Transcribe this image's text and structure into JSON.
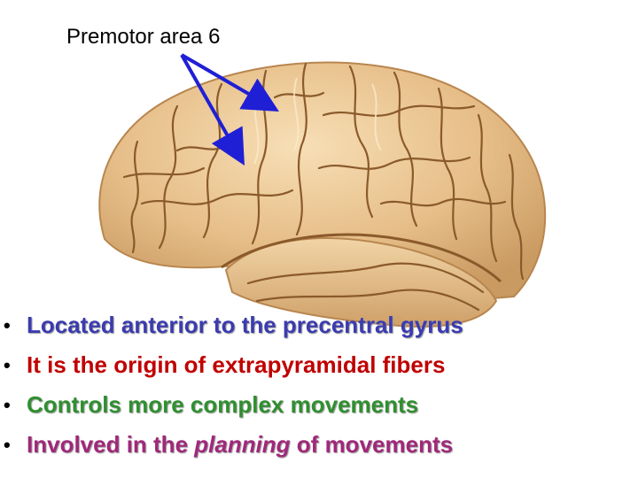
{
  "slide": {
    "title": "Premotor area 6",
    "arrow_color": "#1f1fd6",
    "brain_colors": {
      "base": "#e8c08c",
      "light": "#f6dcb0",
      "shade": "#b98a55",
      "sulcus": "#8b5a2b"
    },
    "bullets": [
      {
        "text": "Located anterior to the precentral gyrus",
        "color": "#3b3bb0"
      },
      {
        "text": "It is the origin of extrapyramidal fibers",
        "color": "#c00000"
      },
      {
        "text": "Controls more complex movements",
        "color": "#2f8f2f"
      },
      {
        "pre": "Involved in the ",
        "emph": "planning",
        "post": " of movements",
        "color": "#a0287a"
      }
    ],
    "bullet_glyph": "•"
  }
}
